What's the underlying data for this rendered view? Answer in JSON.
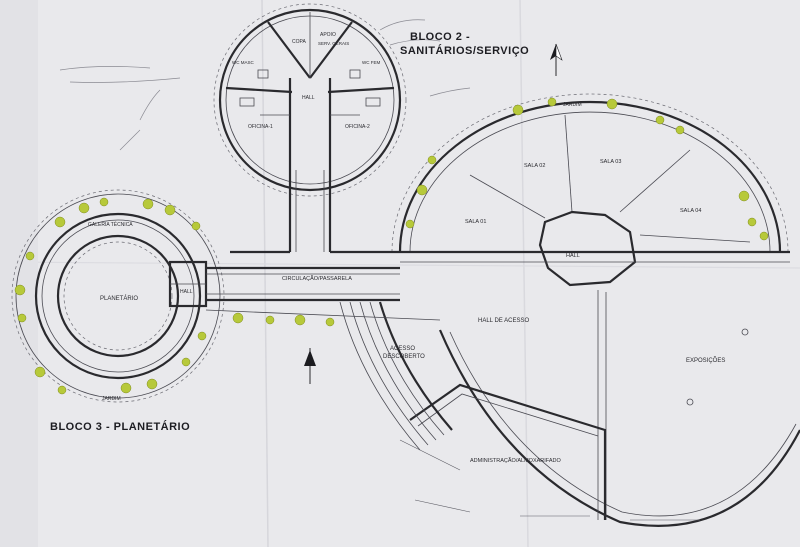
{
  "blocks": {
    "bloco2_line1": "BLOCO 2 -",
    "bloco2_line2": "SANITÁRIOS/SERVIÇO",
    "bloco3": "BLOCO 3 - PLANETÁRIO"
  },
  "rooms": {
    "copa": "COPA",
    "apoio": "APOIO",
    "serv_gerais": "SERV. GERAIS",
    "wc_masc": "WC MASC",
    "wc_fem": "WC FEM",
    "hall_top": "HALL",
    "oficina1": "OFICINA-1",
    "oficina2": "OFICINA-2",
    "jardim_top": "JARDIM",
    "sala01": "SALA 01",
    "sala02": "SALA 02",
    "sala03": "SALA 03",
    "sala04": "SALA 04",
    "hall_mid": "HALL",
    "galeria": "GALERIA TÉCNICA",
    "planetario": "PLANETÁRIO",
    "hall_left": "HALL",
    "jardim_left": "JARDIM",
    "circulacao": "CIRCULAÇÃO/PASSARELA",
    "acesso_l1": "ACESSO",
    "acesso_l2": "DESCOBERTO",
    "hall_acesso": "HALL DE ACESSO",
    "exposicoes": "EXPOSIÇÕES",
    "administracao": "ADMINISTRAÇÃO/ALMOXARIFADO"
  },
  "colors": {
    "paper": "#e9e9ec",
    "ink": "#2a2a2e",
    "foliage": "#b7c93a"
  }
}
